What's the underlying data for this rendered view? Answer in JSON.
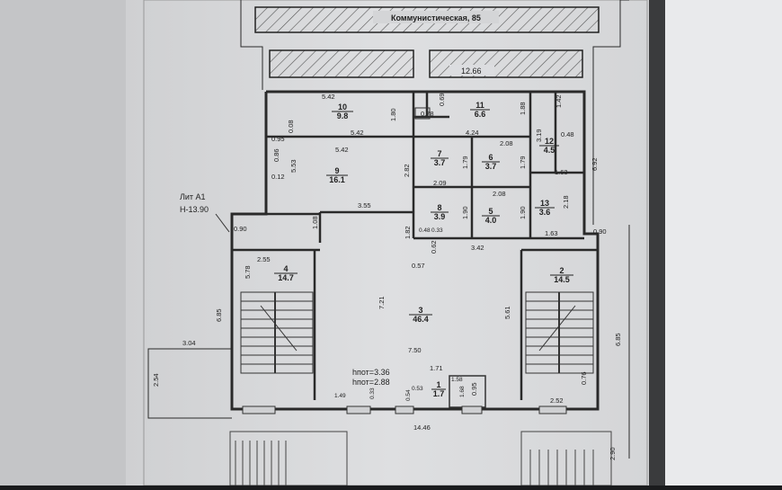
{
  "plan": {
    "street_label": "Коммунистическая, 85",
    "lit_label": "Лит А1",
    "height_label": "Н-13.90",
    "ceiling_label_1": "hпот=3.36",
    "ceiling_label_2": "hпот=2.88",
    "rooms": [
      {
        "number": "1",
        "area": "1.7"
      },
      {
        "number": "2",
        "area": "14.5"
      },
      {
        "number": "3",
        "area": "46.4"
      },
      {
        "number": "4",
        "area": "14.7"
      },
      {
        "number": "5",
        "area": "4.0"
      },
      {
        "number": "6",
        "area": "3.7"
      },
      {
        "number": "7",
        "area": "3.7"
      },
      {
        "number": "8",
        "area": "3.9"
      },
      {
        "number": "9",
        "area": "16.1"
      },
      {
        "number": "10",
        "area": "9.8"
      },
      {
        "number": "11",
        "area": "6.6"
      },
      {
        "number": "12",
        "area": "4.5"
      },
      {
        "number": "13",
        "area": "3.6"
      }
    ],
    "dimensions": [
      "12.66",
      "5.42",
      "0.69",
      "1.80",
      "0.78",
      "1.88",
      "1.42",
      "5.42",
      "0.08",
      "0.95",
      "4.24",
      "3.19",
      "0.48",
      "5.42",
      "2.08",
      "1.79",
      "1.79",
      "6.92",
      "0.86",
      "5.53",
      "2.82",
      "0.12",
      "1.63",
      "2.09",
      "2.08",
      "2.18",
      "3.55",
      "1.08",
      "1.90",
      "1.90",
      "0.90",
      "1.82",
      "0.48",
      "0.33",
      "1.63",
      "0.90",
      "2.55",
      "0.62",
      "3.42",
      "5.78",
      "0.57",
      "7.21",
      "5.61",
      "6.85",
      "3.04",
      "7.50",
      "6.85",
      "2.54",
      "1.71",
      "1.58",
      "0.76",
      "0.53",
      "0.95",
      "2.52",
      "1.49",
      "0.33",
      "0.54",
      "1.68",
      "14.46",
      "2.90"
    ]
  }
}
